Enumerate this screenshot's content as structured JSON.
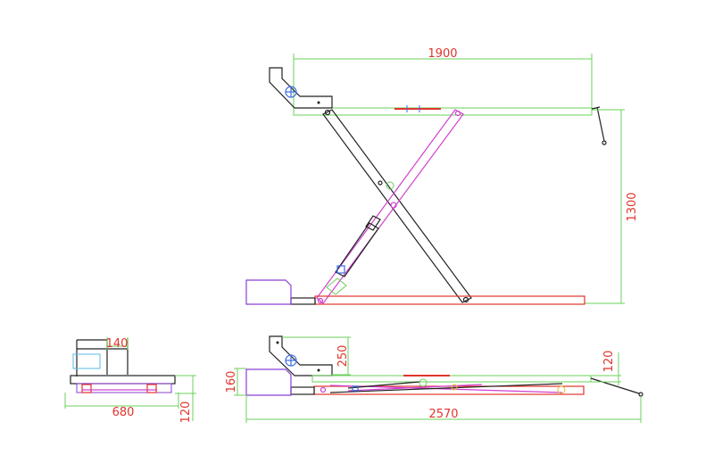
{
  "drawing": {
    "title": "",
    "dimensions": {
      "platform_length": "1900",
      "lift_height": "1300",
      "side_width_top": "140",
      "side_base_width": "680",
      "side_base_height": "120",
      "closed_riser": "250",
      "closed_base_height": "160",
      "closed_top_height": "120",
      "closed_total_length": "2570"
    },
    "colors": {
      "dimension_text": "#e0342c",
      "dimension_line": "#6ad05a",
      "frame": "#222222",
      "base_frame": "#e0342c",
      "scissor_arm": "#d040d0",
      "ramp": "#8a3fd6",
      "fitting": "#3a6be0"
    },
    "views": [
      "raised-side-view",
      "end-view",
      "closed-side-view"
    ]
  }
}
